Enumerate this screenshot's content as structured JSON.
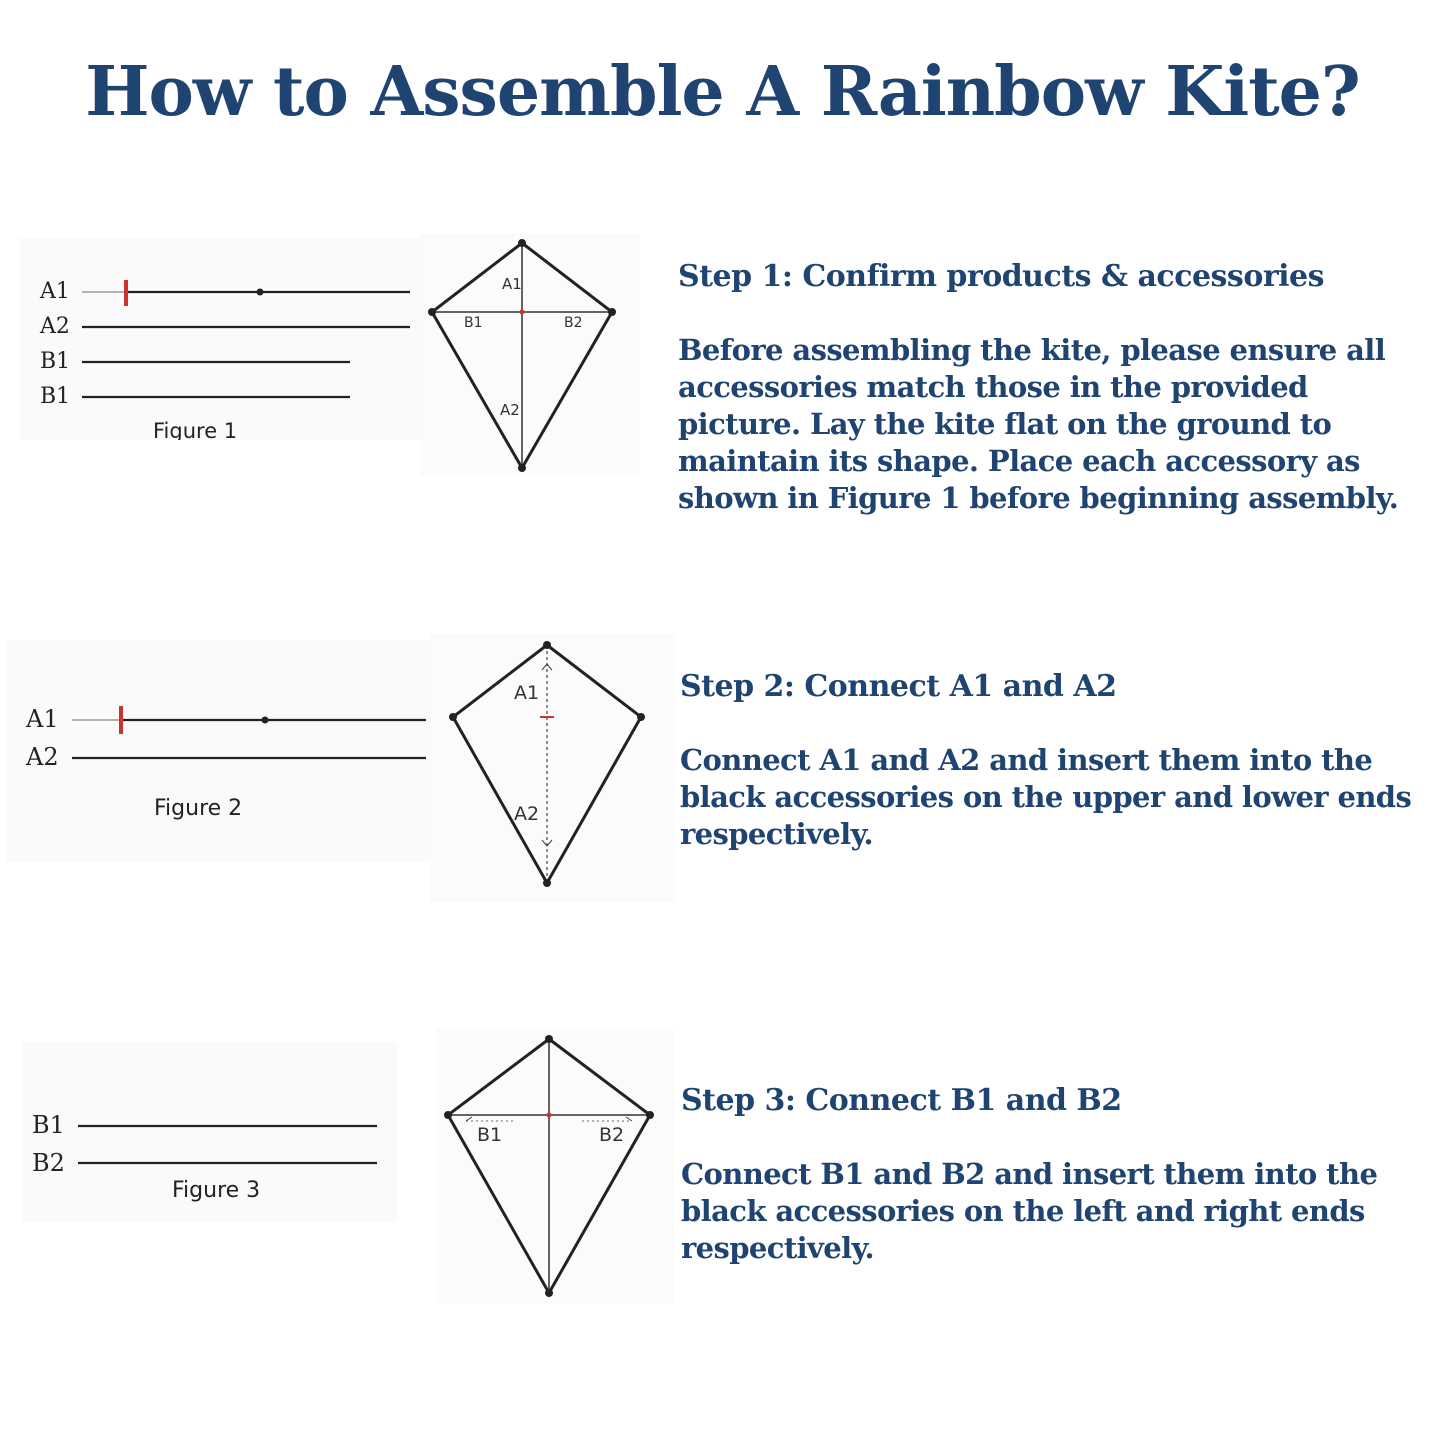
{
  "title": "How to Assemble A Rainbow Kite?",
  "colors": {
    "heading": "#1f4472",
    "line": "#222222",
    "marker": "#d0312d"
  },
  "steps": [
    {
      "heading": "Step 1: Confirm products & accessories",
      "body": "Before assembling the kite, please ensure all accessories match those in the provided picture. Lay the kite flat on the ground to maintain its shape. Place each accessory as shown in Figure 1 before beginning assembly.",
      "figure": {
        "caption": "Figure 1",
        "rods": [
          "A1",
          "A2",
          "B1",
          "B1"
        ]
      },
      "kite": {
        "labels": [
          "A1",
          "B1",
          "B2",
          "A2"
        ]
      }
    },
    {
      "heading": "Step 2: Connect A1 and A2",
      "body": "Connect A1 and A2 and insert them into the black accessories on the upper and lower ends respectively.",
      "figure": {
        "caption": "Figure 2",
        "rods": [
          "A1",
          "A2"
        ]
      },
      "kite": {
        "labels": [
          "A1",
          "A2"
        ]
      }
    },
    {
      "heading": "Step 3: Connect B1 and B2",
      "body": "Connect B1 and B2 and insert them into the black accessories on the left and right ends respectively.",
      "figure": {
        "caption": "Figure 3",
        "rods": [
          "B1",
          "B2"
        ]
      },
      "kite": {
        "labels": [
          "B1",
          "B2"
        ]
      }
    }
  ]
}
